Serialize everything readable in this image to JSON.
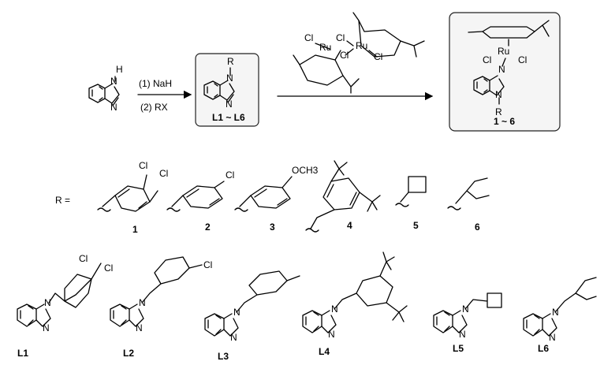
{
  "atoms": {
    "H": "H",
    "N": "N",
    "R": "R",
    "Cl": "Cl",
    "Ru": "Ru",
    "OCH3": "OCH3"
  },
  "reaction": {
    "step1": "(1) NaH",
    "step2": "(2) RX",
    "ligand_range": "L1 ~ L6",
    "complex_range": "1 ~ 6"
  },
  "r_equals": "R =",
  "substituents": [
    {
      "label": "1",
      "group": "3,4-dichlorobenzyl"
    },
    {
      "label": "2",
      "group": "4-chlorobenzyl"
    },
    {
      "label": "3",
      "group": "4-methoxybenzyl"
    },
    {
      "label": "4",
      "group": "3,5-di-tert-butylbenzyl"
    },
    {
      "label": "5",
      "group": "cyclobutylmethyl"
    },
    {
      "label": "6",
      "group": "2-ethylbutyl"
    }
  ],
  "ligands": [
    "L1",
    "L2",
    "L3",
    "L4",
    "L5",
    "L6"
  ],
  "colors": {
    "box_fill": "#f5f5f5",
    "line": "#000000"
  }
}
